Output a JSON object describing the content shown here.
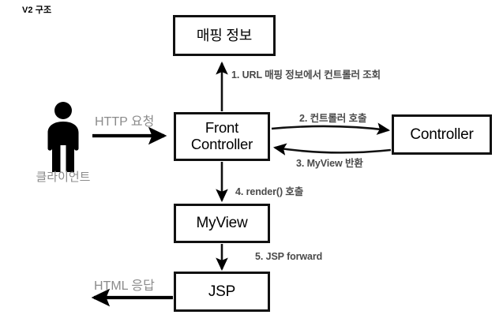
{
  "diagram": {
    "title": "V2 구조",
    "type": "flow-diagram",
    "nodes": [
      {
        "id": "mapping-info",
        "label": "매핑 정보",
        "script": "korean"
      },
      {
        "id": "front-controller",
        "label": "Front\nController",
        "script": "latin"
      },
      {
        "id": "controller",
        "label": "Controller",
        "script": "latin"
      },
      {
        "id": "myview",
        "label": "MyView",
        "script": "latin"
      },
      {
        "id": "jsp",
        "label": "JSP",
        "script": "latin"
      }
    ],
    "node_labels": {
      "mapping_info": "매핑 정보",
      "front_controller_line1": "Front",
      "front_controller_line2": "Controller",
      "controller": "Controller",
      "myview": "MyView",
      "jsp": "JSP"
    },
    "actor": {
      "name": "client-actor",
      "label": "클라이언트"
    },
    "edges": [
      {
        "id": "http-request",
        "from": "client",
        "to": "front-controller",
        "label": "HTTP 요청",
        "style": "light-gray",
        "direction": "right"
      },
      {
        "id": "step-1",
        "from": "front-controller",
        "to": "mapping-info",
        "label": "1. URL 매핑 정보에서 컨트롤러 조회",
        "style": "bold-dark",
        "direction": "up"
      },
      {
        "id": "step-2",
        "from": "front-controller",
        "to": "controller",
        "label": "2. 컨트롤러 호출",
        "style": "bold-dark",
        "direction": "right"
      },
      {
        "id": "step-3",
        "from": "controller",
        "to": "front-controller",
        "label": "3. MyView 반환",
        "style": "bold-dark",
        "direction": "left"
      },
      {
        "id": "step-4",
        "from": "front-controller",
        "to": "myview",
        "label": "4. render() 호출",
        "style": "bold-dark",
        "direction": "down"
      },
      {
        "id": "step-5",
        "from": "myview",
        "to": "jsp",
        "label": "5. JSP forward",
        "style": "bold-dark",
        "direction": "down"
      },
      {
        "id": "html-response",
        "from": "jsp",
        "to": "client",
        "label": "HTML 응답",
        "style": "light-gray",
        "direction": "left"
      }
    ],
    "edge_labels": {
      "http_request": "HTTP 요청",
      "step1": "1. URL 매핑 정보에서 컨트롤러 조회",
      "step2": "2. 컨트롤러 호출",
      "step3": "3. MyView 반환",
      "step4": "4. render() 호출",
      "step5": "5. JSP forward",
      "html_response": "HTML 응답"
    },
    "colors": {
      "background": "#ffffff",
      "box_border": "#111111",
      "box_fill": "#ffffff",
      "text": "#000000",
      "step_label": "#4a4a4a",
      "muted_label": "#8b8b8b",
      "arrow": "#000000"
    }
  }
}
